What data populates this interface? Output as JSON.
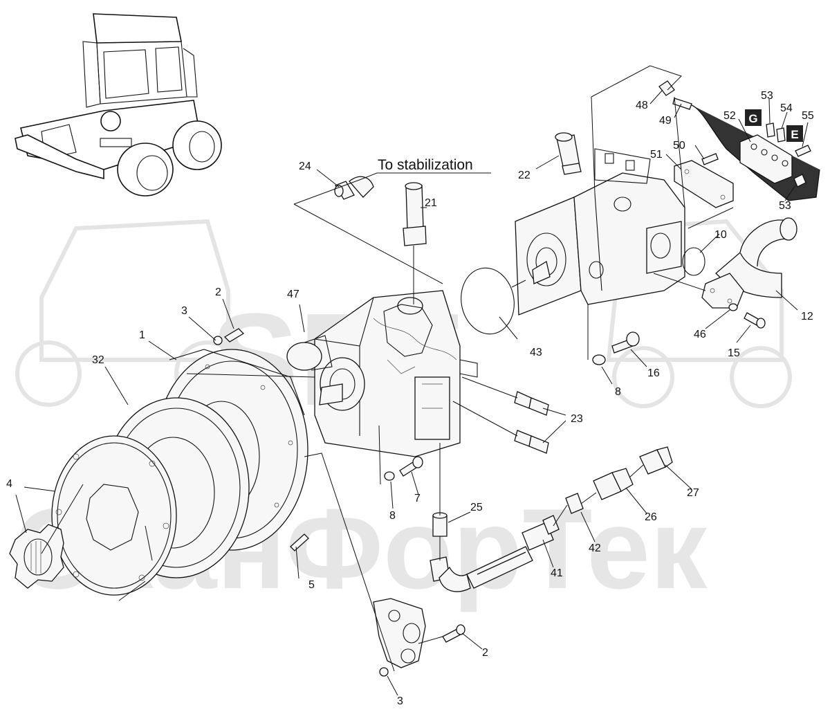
{
  "watermark": {
    "brand": "SFT",
    "company": "СканФорТек"
  },
  "note": {
    "to_stabilization": "To stabilization"
  },
  "tags": {
    "g": "G",
    "e": "E"
  },
  "callouts": {
    "c1": "1",
    "c2_top": "2",
    "c2_bottom": "2",
    "c3_top": "3",
    "c3_bottom": "3",
    "c4": "4",
    "c5": "5",
    "c7": "7",
    "c8_left": "8",
    "c8_right": "8",
    "c10": "10",
    "c12": "12",
    "c15": "15",
    "c16": "16",
    "c21": "21",
    "c22": "22",
    "c23": "23",
    "c24": "24",
    "c25": "25",
    "c26": "26",
    "c27": "27",
    "c32": "32",
    "c41": "41",
    "c42": "42",
    "c43": "43",
    "c46": "46",
    "c47": "47",
    "c48": "48",
    "c49": "49",
    "c50": "50",
    "c51": "51",
    "c52": "52",
    "c53_top": "53",
    "c53_bottom": "53",
    "c54": "54",
    "c55": "55"
  }
}
